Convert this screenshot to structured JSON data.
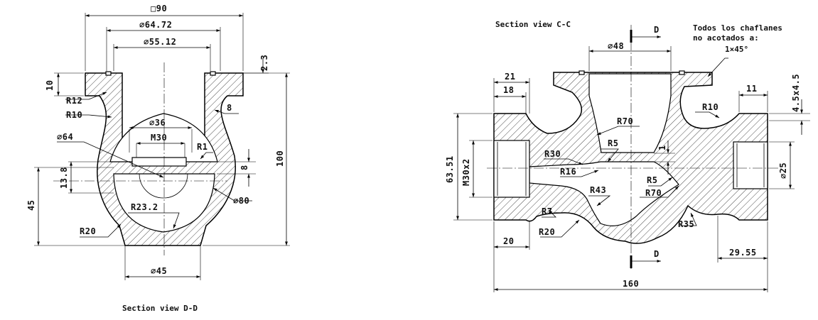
{
  "view_dd": {
    "caption": "Section view D-D",
    "dims": {
      "sq90": "□90",
      "d6472": "⌀64.72",
      "d5512": "⌀55.12",
      "v23": "2.3",
      "v10": "10",
      "r12": "R12",
      "r10": "R10",
      "d36": "⌀36",
      "m30": "M30",
      "v8a": "8",
      "d64": "⌀64",
      "r1": "R1",
      "v8b": "8",
      "v100": "100",
      "v138": "13.8",
      "v45": "45",
      "r232": "R23.2",
      "d80": "⌀80",
      "r20": "R20",
      "d45": "⌀45"
    }
  },
  "view_cc": {
    "caption": "Section view C-C",
    "note_line1": "Todos los chaflanes",
    "note_line2": "no acotados a:",
    "chamfer": "1×45°",
    "cut_label_top": "D",
    "cut_label_bottom": "D",
    "dims": {
      "d48": "⌀48",
      "v21": "21",
      "v18": "18",
      "v11": "11",
      "v45x45": "4.5x4.5",
      "r10": "R10",
      "r70a": "R70",
      "v6351": "63.51",
      "m30x2": "M30x2",
      "r30": "R30",
      "r5a": "R5",
      "v1": "1",
      "d25": "⌀25",
      "r16": "R16",
      "r5b": "R5",
      "r43": "R43",
      "r70b": "R70",
      "r7": "R7",
      "r35": "R35",
      "r20": "R20",
      "v20": "20",
      "v2955": "29.55",
      "v160": "160"
    }
  }
}
